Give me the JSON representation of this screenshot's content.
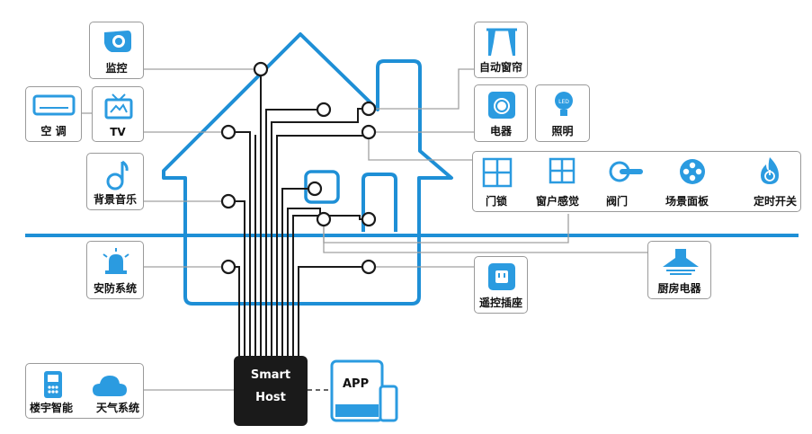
{
  "devices": {
    "monitor": "监控",
    "ac": "空 调",
    "tv": "TV",
    "music": "背景音乐",
    "security": "安防系统",
    "building": "楼宇智能",
    "weather": "天气系统",
    "curtain": "自动窗帘",
    "appliance": "电器",
    "lighting": "照明",
    "doorlock": "门锁",
    "window_sense": "窗户感觉",
    "valve": "阀门",
    "scene_panel": "场景面板",
    "timer_switch": "定时开关",
    "remote_socket": "遥控插座",
    "kitchen": "厨房电器"
  },
  "hub": {
    "line1": "Smart",
    "line2": "Host"
  },
  "app_label": "APP",
  "colors": {
    "house_outline": "#1e8fd6",
    "icon_blue": "#2b9be0",
    "wire": "#1a1a1a",
    "frame": "#9a9a9a"
  }
}
